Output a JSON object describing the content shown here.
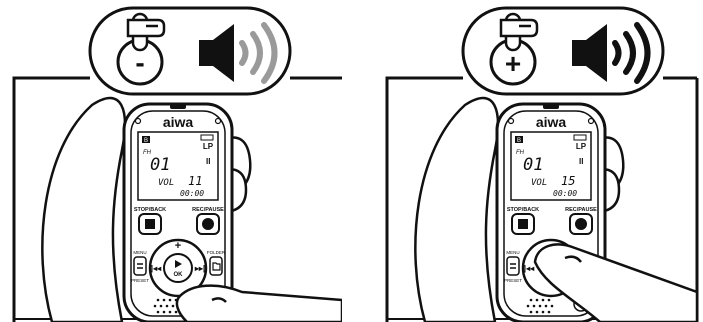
{
  "panels": [
    {
      "id": "decrease",
      "sign": "-",
      "brand": "aiwa",
      "screen": {
        "badge": "B",
        "mode": "LP",
        "quality": "FH",
        "folder": "01",
        "volume_label": "VOL",
        "volume_value": "11",
        "time": "00:00"
      },
      "labels": {
        "stop": "STOP/BACK",
        "rec": "REC/PAUSE",
        "menu": "MENU",
        "preset": "PRESET",
        "folder": "FOLDER",
        "ok": "OK"
      },
      "volume_waves": "faded"
    },
    {
      "id": "increase",
      "sign": "+",
      "brand": "aiwa",
      "screen": {
        "badge": "B",
        "mode": "LP",
        "quality": "FH",
        "folder": "01",
        "volume_label": "VOL",
        "volume_value": "15",
        "time": "00:00"
      },
      "labels": {
        "stop": "STOP/BACK",
        "rec": "REC/PAUSE",
        "menu": "MENU",
        "preset": "PRESET"
      },
      "volume_waves": "solid"
    }
  ],
  "colors": {
    "ink": "#111111",
    "wave_faded": "#9a9a9a",
    "screen_bg": "#ffffff"
  }
}
